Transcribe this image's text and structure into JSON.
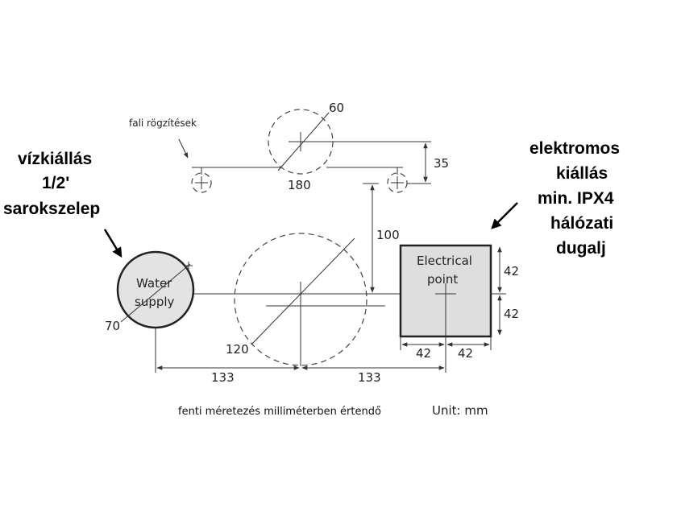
{
  "labels": {
    "wall_fixings": "fali rögzítések",
    "water_left": [
      "vízkiállás",
      "1/2'",
      "sarokszelep"
    ],
    "electric_right": [
      "elektromos",
      "kiállás",
      "min. IPX4",
      "hálózati",
      "dugalj"
    ],
    "water_supply": [
      "Water",
      "supply"
    ],
    "electrical_point": [
      "Electrical",
      "point"
    ],
    "footnote": "fenti méretezés milliméterben értendő",
    "unit": "Unit: mm"
  },
  "dimensions": {
    "d60": "60",
    "d35": "35",
    "d180": "180",
    "d100": "100",
    "d70": "70",
    "d120": "120",
    "d133_left": "133",
    "d133_right": "133",
    "d42_top": "42",
    "d42_bottom": "42",
    "d42_left": "42",
    "d42_right": "42"
  },
  "colors": {
    "water_fill": "#e3e3e3",
    "electrical_fill": "#dedede",
    "stroke": "#333333"
  }
}
